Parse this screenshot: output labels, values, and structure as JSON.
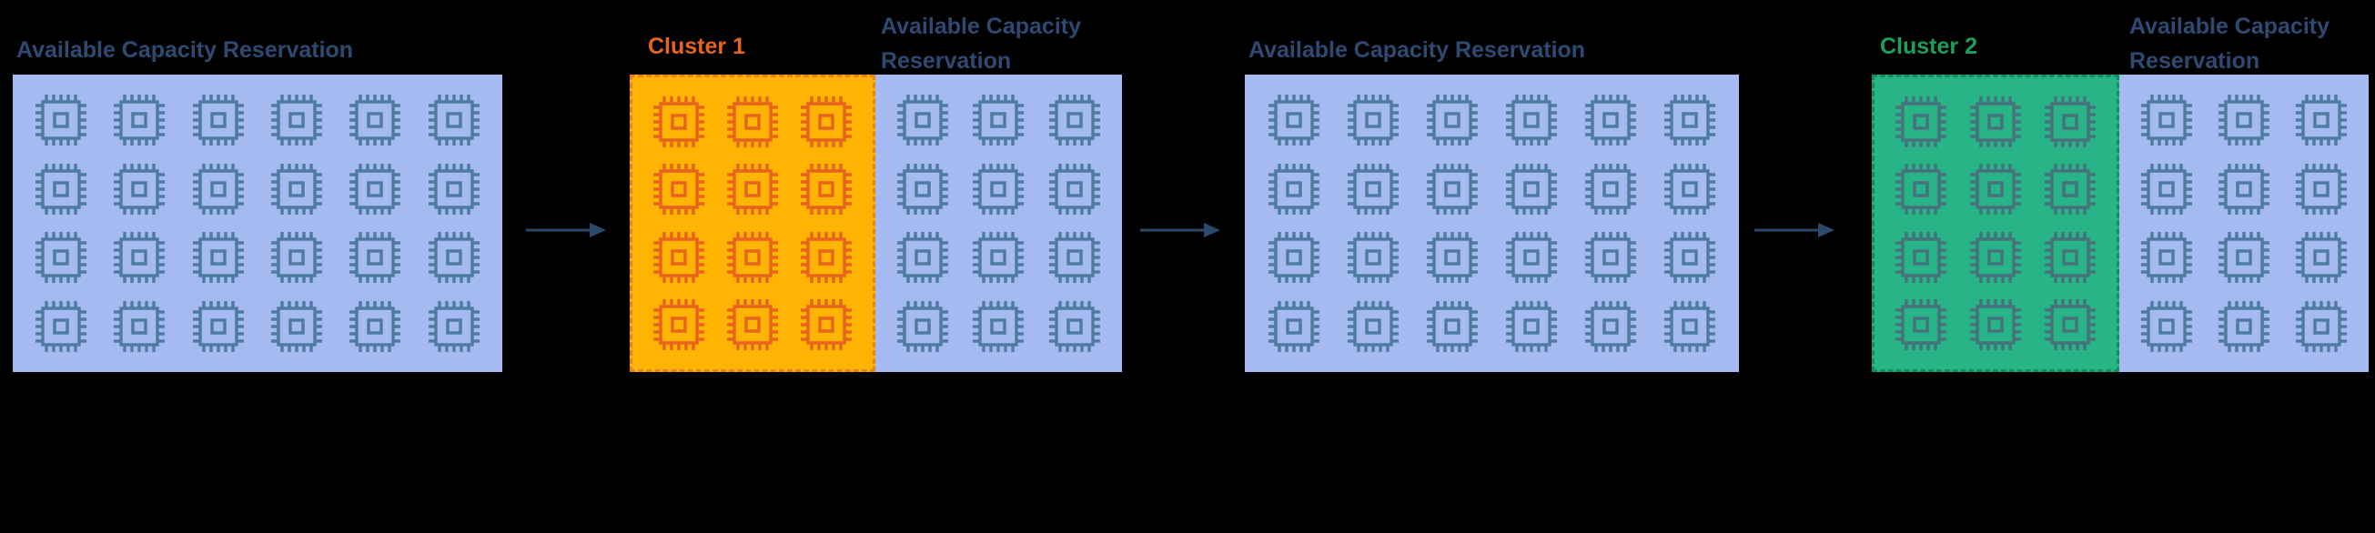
{
  "colors": {
    "bg": "#000000",
    "reservation-fill": "#A6BAF2",
    "reservation-chip": "#4E7CA0",
    "title-blue": "#2E4A73",
    "cluster1-fill": "#FFB403",
    "cluster1-chip": "#E8641C",
    "cluster1-border": "#E8821A",
    "cluster1-title": "#E8641C",
    "cluster2-fill": "#29B487",
    "cluster2-chip": "#46737B",
    "cluster2-border": "#0F8F63",
    "cluster2-title": "#1BA05C",
    "arrow": "#2B4A6B"
  },
  "diagram": {
    "panel1": {
      "title": "Available Capacity Reservation",
      "cols": 6,
      "rows": 4
    },
    "cluster1": {
      "title": "Cluster 1",
      "cols": 3,
      "rows": 4
    },
    "panel2": {
      "title_line1": "Available Capacity",
      "title_line2": "Reservation",
      "cols": 3,
      "rows": 4
    },
    "panel3": {
      "title": "Available Capacity Reservation",
      "cols": 6,
      "rows": 4
    },
    "cluster2": {
      "title": "Cluster 2",
      "cols": 3,
      "rows": 4
    },
    "panel4": {
      "title_line1": "Available Capacity",
      "title_line2": "Reservation",
      "cols": 3,
      "rows": 4
    }
  }
}
